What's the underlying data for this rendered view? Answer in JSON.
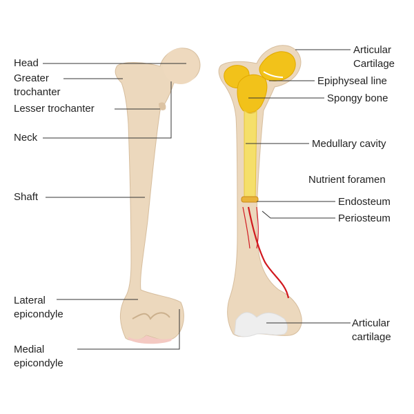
{
  "left_labels": {
    "head": "Head",
    "greater_trochanter": "Greater\ntrochanter",
    "lesser_trochanter": "Lesser trochanter",
    "neck": "Neck",
    "shaft": "Shaft",
    "lateral_epicondyle": "Lateral\nepicondyle",
    "medial_epicondyle": "Medial\nepicondyle"
  },
  "right_labels": {
    "articular_cartilage_top": "Articular\nCartilage",
    "epiphyseal_line": "Epiphyseal line",
    "spongy_bone": "Spongy bone",
    "medullary_cavity": "Medullary cavity",
    "nutrient_foramen": "Nutrient foramen",
    "endosteum": "Endosteum",
    "periosteum": "Periosteum",
    "articular_cartilage_bottom": "Articular\ncartilage"
  },
  "colors": {
    "bone": "#ecd8bd",
    "bone_shade": "#dcc3a3",
    "spongy": "#f2c21a",
    "medullary": "#f5df6a",
    "cartilage": "#eeeeee",
    "vessel": "#d1191f",
    "leader": "#333333"
  }
}
